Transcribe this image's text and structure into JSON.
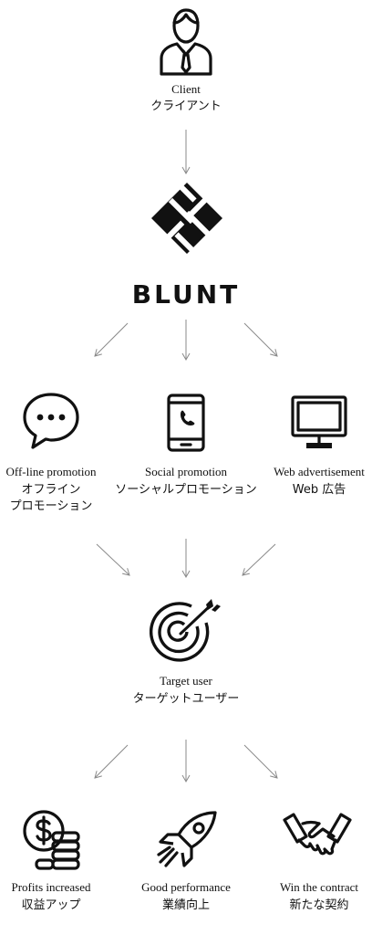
{
  "client": {
    "label_en": "Client",
    "label_jp": "クライアント",
    "icon": "businessman-icon"
  },
  "brand": {
    "name": "BLUNT",
    "icon": "blunt-logo"
  },
  "channels": [
    {
      "label_en": "Off-line promotion",
      "label_jp_1": "オフライン",
      "label_jp_2": "プロモーション",
      "icon": "speech-bubble-icon"
    },
    {
      "label_en": "Social promotion",
      "label_jp_1": "ソーシャルプロモーション",
      "icon": "smartphone-icon"
    },
    {
      "label_en": "Web advertisement",
      "label_jp_1": "Web 広告",
      "icon": "monitor-icon"
    }
  ],
  "target": {
    "label_en": "Target user",
    "label_jp": "ターゲットユーザー",
    "icon": "target-icon"
  },
  "outcomes": [
    {
      "label_en": "Profits increased",
      "label_jp": "収益アップ",
      "icon": "coins-icon"
    },
    {
      "label_en": "Good performance",
      "label_jp": "業績向上",
      "icon": "rocket-icon"
    },
    {
      "label_en": "Win the contract",
      "label_jp": "新たな契約",
      "icon": "handshake-icon"
    }
  ],
  "colors": {
    "ink": "#111111",
    "arrow": "#8a8a8a",
    "background": "#ffffff"
  }
}
